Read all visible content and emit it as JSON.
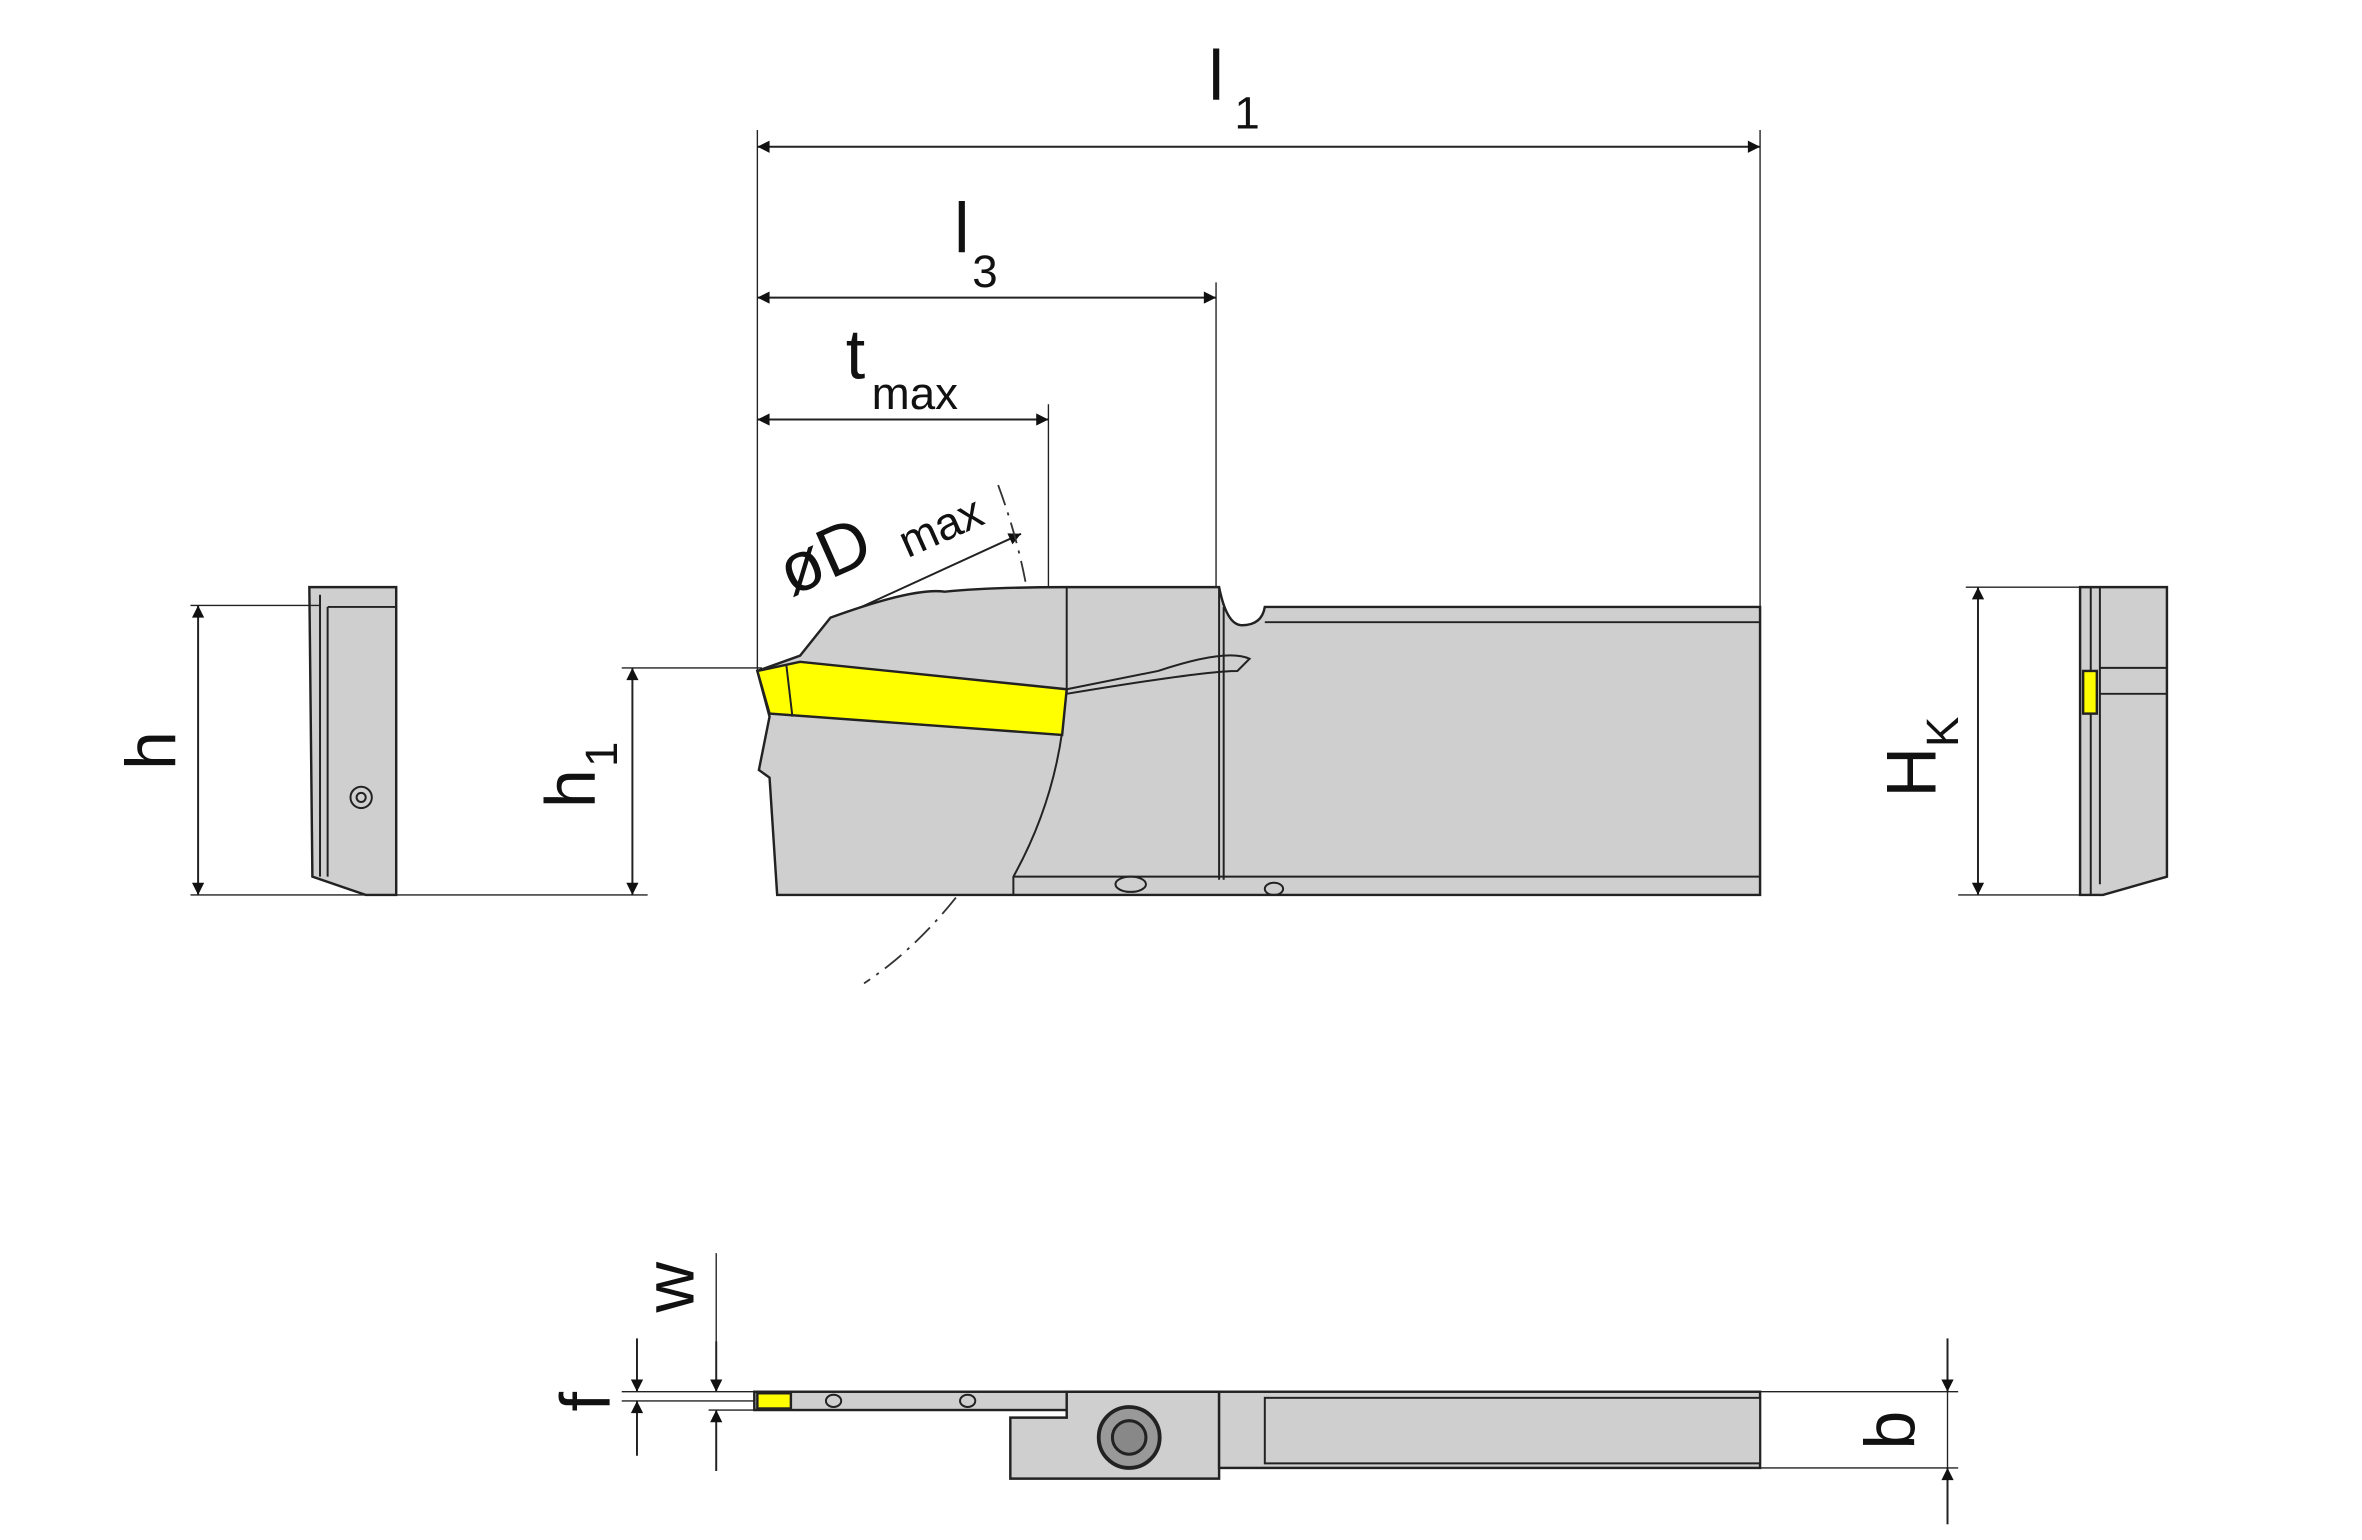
{
  "title": "Grooving tool holder dimension drawing",
  "colors": {
    "insert": "#ffff00",
    "body": "#cfcfcf",
    "line": "#222222"
  },
  "labels": {
    "l1": {
      "main": "l",
      "sub": "1"
    },
    "l3": {
      "main": "l",
      "sub": "3"
    },
    "tmax": {
      "main": "t",
      "sub": "max"
    },
    "dmax": {
      "main": "øD",
      "sub": "max"
    },
    "h": {
      "main": "h"
    },
    "h1": {
      "main": "h",
      "sub": "1"
    },
    "hk": {
      "main": "H",
      "sub": "K"
    },
    "w": {
      "main": "w"
    },
    "f": {
      "main": "f"
    },
    "b": {
      "main": "b"
    }
  }
}
